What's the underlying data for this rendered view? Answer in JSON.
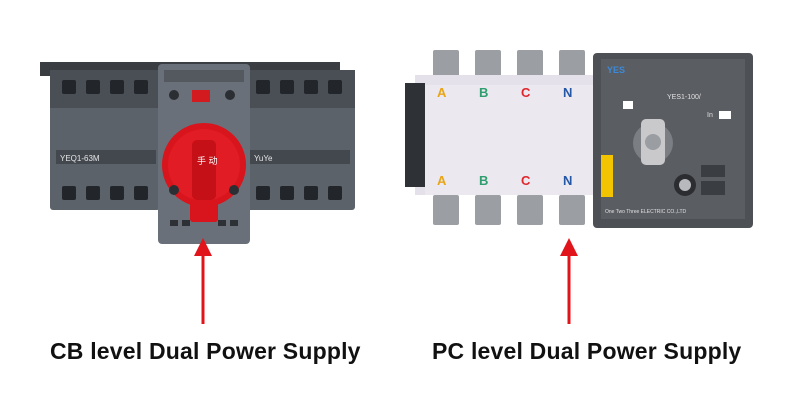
{
  "left": {
    "caption": "CB level Dual Power Supply",
    "model_label": "YEQ1-63M",
    "vendor_label": "YuYe",
    "knob_text": "手 动",
    "arrow_color": "#e1141b"
  },
  "right": {
    "caption": "PC level Dual Power Supply",
    "phases": [
      "A",
      "B",
      "C",
      "N"
    ],
    "phase_colors": [
      "#e8a517",
      "#2f9e6e",
      "#e0262e",
      "#2457a5"
    ],
    "controller_model": "YES1-100/",
    "controller_brand": "One Two Three ELECTRIC CO.,LTD",
    "controller_logo": "YES",
    "in_label": "In",
    "arrow_color": "#e1141b"
  }
}
